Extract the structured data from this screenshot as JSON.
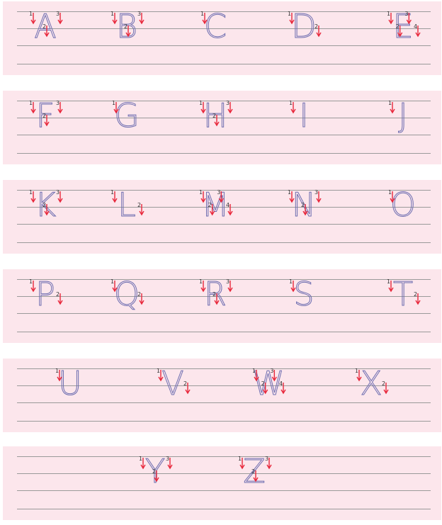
{
  "colors": {
    "band": "#fce6ec",
    "rule": "#9a9a9a",
    "letter": "#6d6db0",
    "arrow": "#e8283c"
  },
  "rows": [
    {
      "letters": [
        {
          "char": "A",
          "strokes": [
            "1",
            "2",
            "3"
          ]
        },
        {
          "char": "B",
          "strokes": [
            "1",
            "2",
            "3"
          ]
        },
        {
          "char": "C",
          "strokes": [
            "1"
          ]
        },
        {
          "char": "D",
          "strokes": [
            "1",
            "2"
          ]
        },
        {
          "char": "E",
          "strokes": [
            "1",
            "2",
            "3",
            "4"
          ]
        }
      ]
    },
    {
      "letters": [
        {
          "char": "F",
          "strokes": [
            "1",
            "2",
            "3"
          ]
        },
        {
          "char": "G",
          "strokes": [
            "1"
          ]
        },
        {
          "char": "H",
          "strokes": [
            "1",
            "2",
            "3"
          ]
        },
        {
          "char": "I",
          "strokes": [
            "1"
          ]
        },
        {
          "char": "J",
          "strokes": [
            "1"
          ]
        }
      ]
    },
    {
      "letters": [
        {
          "char": "K",
          "strokes": [
            "1",
            "2",
            "3"
          ]
        },
        {
          "char": "L",
          "strokes": [
            "1",
            "2"
          ]
        },
        {
          "char": "M",
          "strokes": [
            "1",
            "2",
            "3",
            "4"
          ]
        },
        {
          "char": "N",
          "strokes": [
            "1",
            "2",
            "3"
          ]
        },
        {
          "char": "O",
          "strokes": [
            "1"
          ]
        }
      ]
    },
    {
      "letters": [
        {
          "char": "P",
          "strokes": [
            "1",
            "2"
          ]
        },
        {
          "char": "Q",
          "strokes": [
            "1",
            "2"
          ]
        },
        {
          "char": "R",
          "strokes": [
            "1",
            "2",
            "3"
          ]
        },
        {
          "char": "S",
          "strokes": [
            "1"
          ]
        },
        {
          "char": "T",
          "strokes": [
            "1",
            "2"
          ]
        }
      ]
    },
    {
      "letters": [
        {
          "char": "U",
          "strokes": [
            "1"
          ]
        },
        {
          "char": "V",
          "strokes": [
            "1",
            "2"
          ]
        },
        {
          "char": "W",
          "strokes": [
            "1",
            "2",
            "3",
            "4"
          ]
        },
        {
          "char": "X",
          "strokes": [
            "1",
            "2"
          ]
        }
      ]
    },
    {
      "letters": [
        {
          "char": "Y",
          "strokes": [
            "1",
            "2",
            "3"
          ]
        },
        {
          "char": "Z",
          "strokes": [
            "1",
            "2",
            "3"
          ]
        }
      ]
    }
  ]
}
